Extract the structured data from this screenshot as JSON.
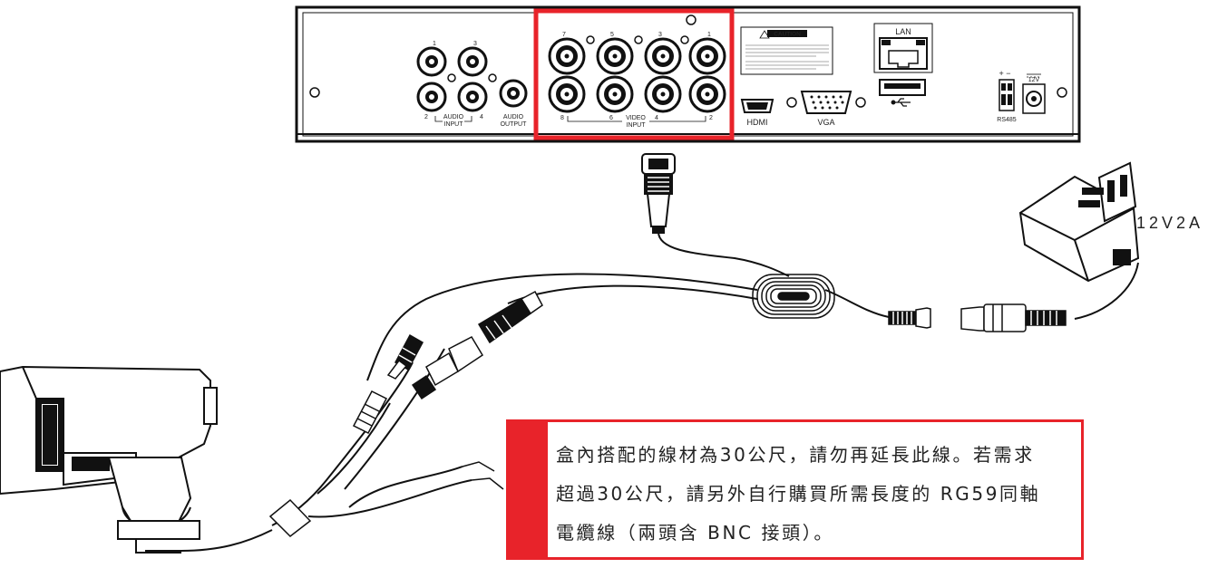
{
  "dvr": {
    "audio_input_numbers": [
      "1",
      "3",
      "2",
      "4"
    ],
    "audio_input_label_line1": "AUDIO",
    "audio_input_label_line2": "INPUT",
    "audio_output_label_line1": "AUDIO",
    "audio_output_label_line2": "OUTPUT",
    "video_input_numbers_top": [
      "7",
      "5",
      "3",
      "1"
    ],
    "video_input_numbers_bottom": [
      "8",
      "6",
      "4",
      "2"
    ],
    "video_input_label_line1": "VIDEO",
    "video_input_label_line2": "INPUT",
    "caution_title": "CAUTION",
    "hdmi_label": "HDMI",
    "vga_label": "VGA",
    "lan_label": "LAN",
    "power_polarity": "+ −",
    "power_voltage": "12V",
    "rs485_label": "RS485",
    "highlight_color": "#e8232a"
  },
  "adapter": {
    "label": "12V2A"
  },
  "note": {
    "line1": "盒內搭配的線材為30公尺，請勿再延長此線。若需求",
    "line2": "超過30公尺，請另外自行購買所需長度的 RG59同軸",
    "line3": "電纜線（兩頭含 BNC 接頭）。",
    "accent_color": "#e8232a"
  }
}
